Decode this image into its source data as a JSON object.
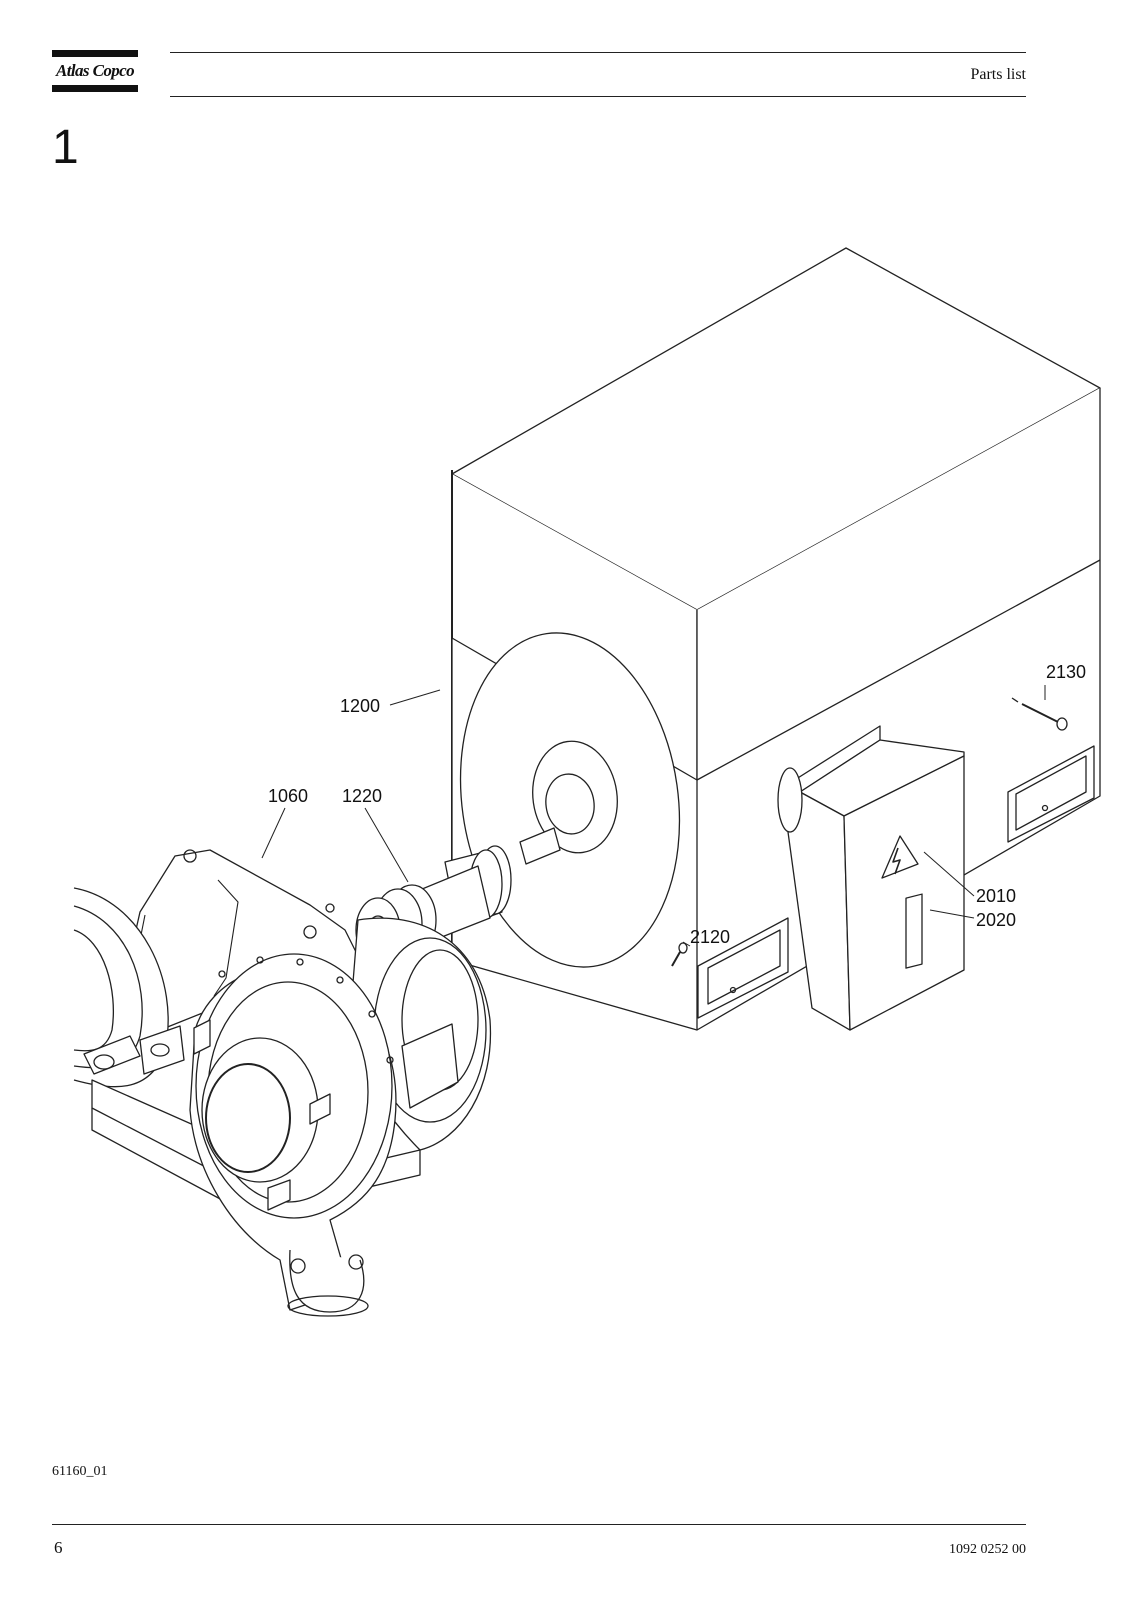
{
  "header": {
    "brand": "Atlas Copco",
    "title": "Parts list"
  },
  "section": {
    "number": "1"
  },
  "callouts": [
    {
      "id": "c1200",
      "text": "1200"
    },
    {
      "id": "c1060",
      "text": "1060"
    },
    {
      "id": "c1220",
      "text": "1220"
    },
    {
      "id": "c2130",
      "text": "2130"
    },
    {
      "id": "c2010",
      "text": "2010"
    },
    {
      "id": "c2020",
      "text": "2020"
    },
    {
      "id": "c2120",
      "text": "2120"
    }
  ],
  "figure_id": "61160_01",
  "footer": {
    "page_number": "6",
    "document_number": "1092 0252 00"
  }
}
